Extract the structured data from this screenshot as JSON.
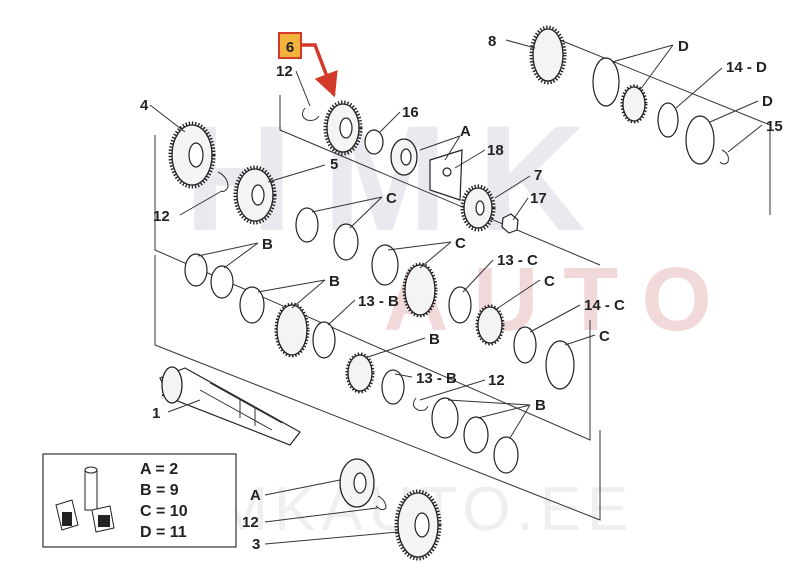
{
  "watermark": {
    "main": "HMK",
    "sub": "AUTO",
    "footer": "HMKAUTO.EE",
    "color_main": "#e6e8ee",
    "color_sub": "#f3d6d6"
  },
  "highlight": {
    "label": "6",
    "box_fill": "#f2b33d",
    "box_stroke": "#d23a2a",
    "arrow_color": "#d23a2a"
  },
  "labels": {
    "p1": "1",
    "p3": "3",
    "p4": "4",
    "p5": "5",
    "p7": "7",
    "p8": "8",
    "p12_top": "12",
    "p12_left": "12",
    "p12_mid": "12",
    "p12_bottom": "12",
    "p14c": "14 - C",
    "p14d": "14 - D",
    "p13c": "13 - C",
    "p13b_top": "13 - B",
    "p13b_low": "13 - B",
    "p15": "15",
    "p16": "16",
    "p17": "17",
    "p18": "18",
    "a_top": "A",
    "a_bottom": "A",
    "b1": "B",
    "b2": "B",
    "b3": "B",
    "b4": "B",
    "c1": "C",
    "c2": "C",
    "c3": "C",
    "c4": "C",
    "d1": "D",
    "d2": "D"
  },
  "legend": {
    "a": "A = 2",
    "b": "B = 9",
    "c": "C = 10",
    "d": "D = 11",
    "icon": "parts-kit-icon"
  }
}
